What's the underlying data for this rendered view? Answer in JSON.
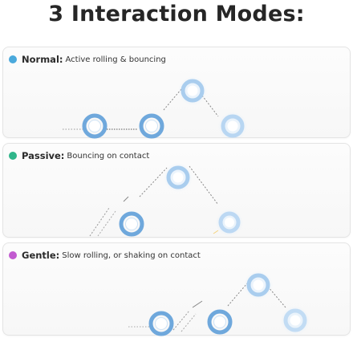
{
  "title": "3 Interaction Modes:",
  "modes": [
    {
      "name": "Normal:",
      "description": "Active rolling & bouncing",
      "color": "#4aa9dc"
    },
    {
      "name": "Passive:",
      "description": "Bouncing on contact",
      "color": "#2fb58a"
    },
    {
      "name": "Gentle:",
      "description": "Slow rolling, or shaking on contact",
      "color": "#c25bd0"
    }
  ],
  "colors": {
    "ring": "#6fa8dc",
    "ring_light": "#a9cdee",
    "trail": "#8a8a8a",
    "glow": "#dbeeff"
  }
}
